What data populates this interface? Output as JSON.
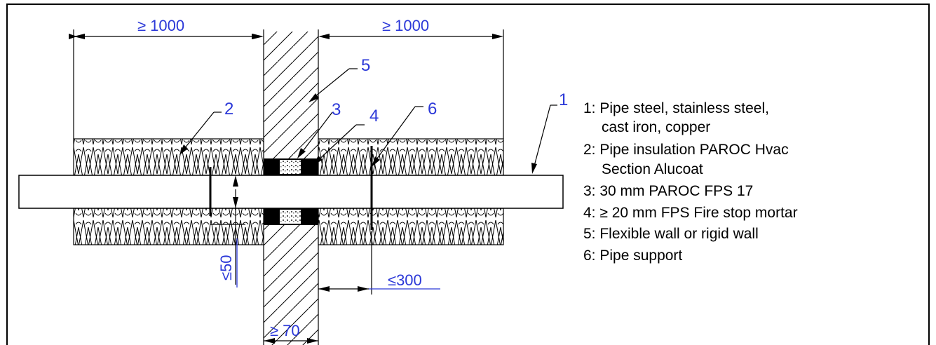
{
  "dimensions": {
    "left_length": "≥ 1000",
    "right_length": "≥ 1000",
    "support_gap": "≤50",
    "support_distance": "≤300",
    "wall_thickness": "≥ 70"
  },
  "callouts": {
    "c1": "1",
    "c2": "2",
    "c3": "3",
    "c4": "4",
    "c5": "5",
    "c6": "6"
  },
  "legend": [
    "1: Pipe steel, stainless steel,",
    "cast iron, copper",
    "2: Pipe insulation PAROC Hvac",
    "Section Alucoat",
    "3: 30 mm PAROC FPS 17",
    "4: ≥ 20 mm FPS Fire stop mortar",
    "5: Flexible wall or rigid wall",
    "6: Pipe support"
  ],
  "colors": {
    "annotation": "#2b38d8",
    "lines": "#000000"
  }
}
